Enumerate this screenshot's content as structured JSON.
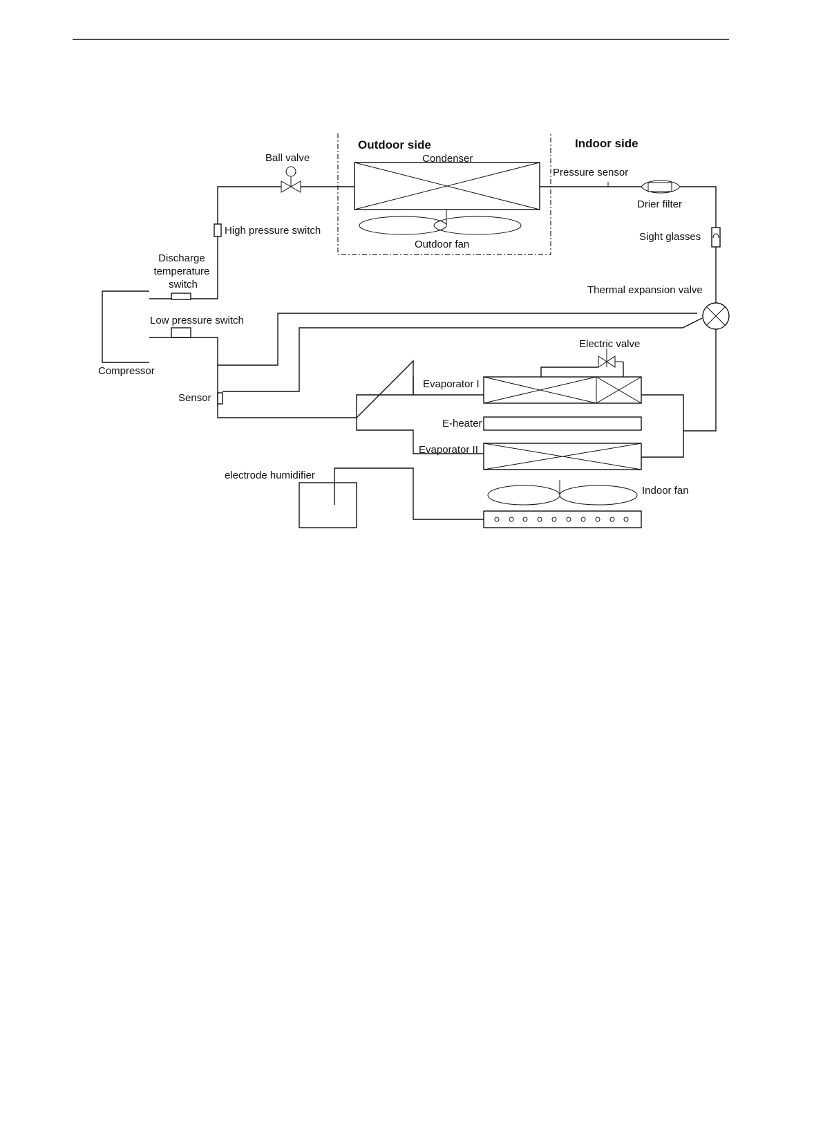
{
  "labels": {
    "outdoor_side": "Outdoor side",
    "indoor_side": "Indoor side",
    "condenser": "Condenser",
    "outdoor_fan": "Outdoor fan",
    "ball_valve": "Ball valve",
    "high_pressure_switch": "High pressure switch",
    "discharge_temperature_switch": [
      "Discharge",
      "temperature",
      "switch"
    ],
    "low_pressure_switch": "Low pressure switch",
    "compressor": "Compressor",
    "sensor": "Sensor",
    "pressure_sensor": "Pressure sensor",
    "drier_filter": "Drier filter",
    "sight_glasses": "Sight glasses",
    "thermal_expansion_valve": "Thermal expansion valve",
    "electric_valve": "Electric valve",
    "evaporator_1": "Evaporator I",
    "eheater": "E-heater",
    "evaporator_2": "Evaporator II",
    "electrode_humidifier": "electrode humidifier",
    "indoor_fan": "Indoor fan"
  }
}
